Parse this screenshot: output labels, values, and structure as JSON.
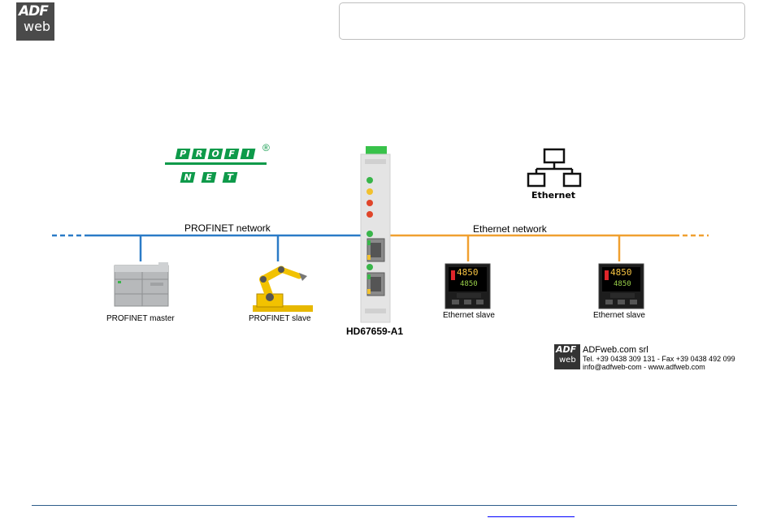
{
  "header": {
    "logo_line1": "ADF",
    "logo_line2": "web"
  },
  "diagram": {
    "profinet_logo": {
      "row1": [
        "P",
        "R",
        "O",
        "F",
        "I"
      ],
      "row2": [
        "N",
        "E",
        "T"
      ],
      "registered": "®"
    },
    "ethernet_logo_label": "Ethernet",
    "profinet_network_label": "PROFINET network",
    "ethernet_network_label": "Ethernet network",
    "device_model": "HD67659-A1",
    "devices": {
      "profinet_master": "PROFINET master",
      "profinet_slave": "PROFINET slave",
      "ethernet_slave_1": "Ethernet slave",
      "ethernet_slave_2": "Ethernet slave"
    },
    "display_readout": "4850",
    "colors": {
      "profinet_line": "#2b7bc7",
      "ethernet_line": "#f0a030",
      "profinet_green": "#0e9a4a",
      "gateway_body": "#e8e8e8"
    }
  },
  "company": {
    "logo_line1": "ADF",
    "logo_line2": "web",
    "name": "ADFweb.com srl",
    "phone": "Tel. +39 0438 309 131 - Fax +39 0438 492 099",
    "contact": "info@adfweb-com - www.adfweb.com"
  }
}
